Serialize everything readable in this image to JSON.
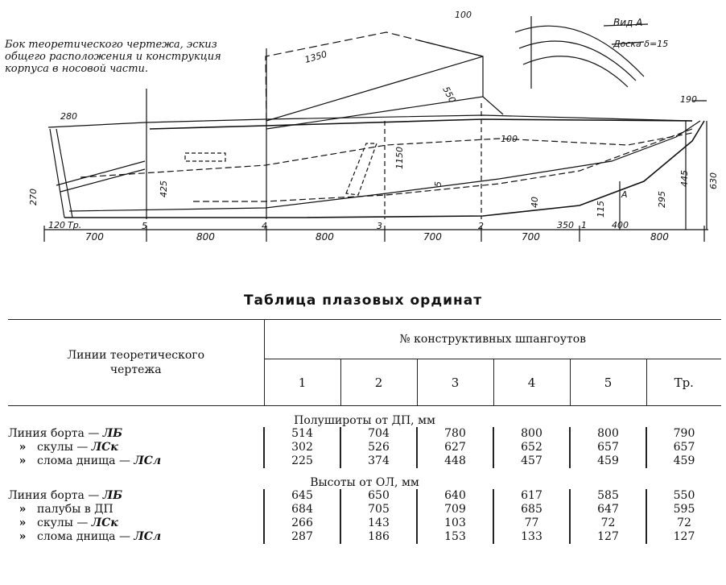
{
  "drawing": {
    "caption": "Бок теоретического чертежа, эскиз\nобщего расположения и конструкция\nкорпуса в носовой части.",
    "view_label": "Вид А",
    "view_note": "Доска δ=15",
    "dims": {
      "d1350": "1350",
      "d100top": "100",
      "d550": "550",
      "d1150": "1150",
      "d100": "100",
      "d280": "280",
      "d270": "270",
      "d120": "120",
      "d425": "425",
      "d190": "190",
      "d630": "630",
      "d445": "445",
      "d295": "295",
      "d115": "115",
      "d40": "40",
      "d5": "5",
      "d350": "350",
      "d400": "400",
      "tr": "Тр.",
      "a_mark": "A"
    },
    "stations": [
      "5",
      "4",
      "3",
      "2",
      "1"
    ],
    "spacings": [
      "700",
      "800",
      "800",
      "700",
      "700",
      "800"
    ]
  },
  "table": {
    "title": "Таблица плазовых ординат",
    "header_left": "Линии теоретического чертежа",
    "header_group": "№ конструктивных шпангоутов",
    "columns": [
      "1",
      "2",
      "3",
      "4",
      "5",
      "Тр."
    ],
    "sections": [
      {
        "title": "Полуширoты от ДП, мм",
        "rows": [
          {
            "indent": "",
            "label": "Линия борта — ",
            "abbr": "ЛБ",
            "values": [
              "514",
              "704",
              "780",
              "800",
              "800",
              "790"
            ]
          },
          {
            "indent": "»",
            "label": "скулы — ",
            "abbr": "ЛСк",
            "values": [
              "302",
              "526",
              "627",
              "652",
              "657",
              "657"
            ]
          },
          {
            "indent": "»",
            "label": "слома днища — ",
            "abbr": "ЛСл",
            "values": [
              "225",
              "374",
              "448",
              "457",
              "459",
              "459"
            ]
          }
        ]
      },
      {
        "title": "Высоты от ОЛ, мм",
        "rows": [
          {
            "indent": "",
            "label": "Линия борта — ",
            "abbr": "ЛБ",
            "values": [
              "645",
              "650",
              "640",
              "617",
              "585",
              "550"
            ]
          },
          {
            "indent": "»",
            "label": "палубы в ДП",
            "abbr": "",
            "values": [
              "684",
              "705",
              "709",
              "685",
              "647",
              "595"
            ]
          },
          {
            "indent": "»",
            "label": "скулы — ",
            "abbr": "ЛСк",
            "values": [
              "266",
              "143",
              "103",
              "77",
              "72",
              "72"
            ]
          },
          {
            "indent": "»",
            "label": "слома днища — ",
            "abbr": "ЛСл",
            "values": [
              "287",
              "186",
              "153",
              "133",
              "127",
              "127"
            ]
          }
        ]
      }
    ]
  }
}
